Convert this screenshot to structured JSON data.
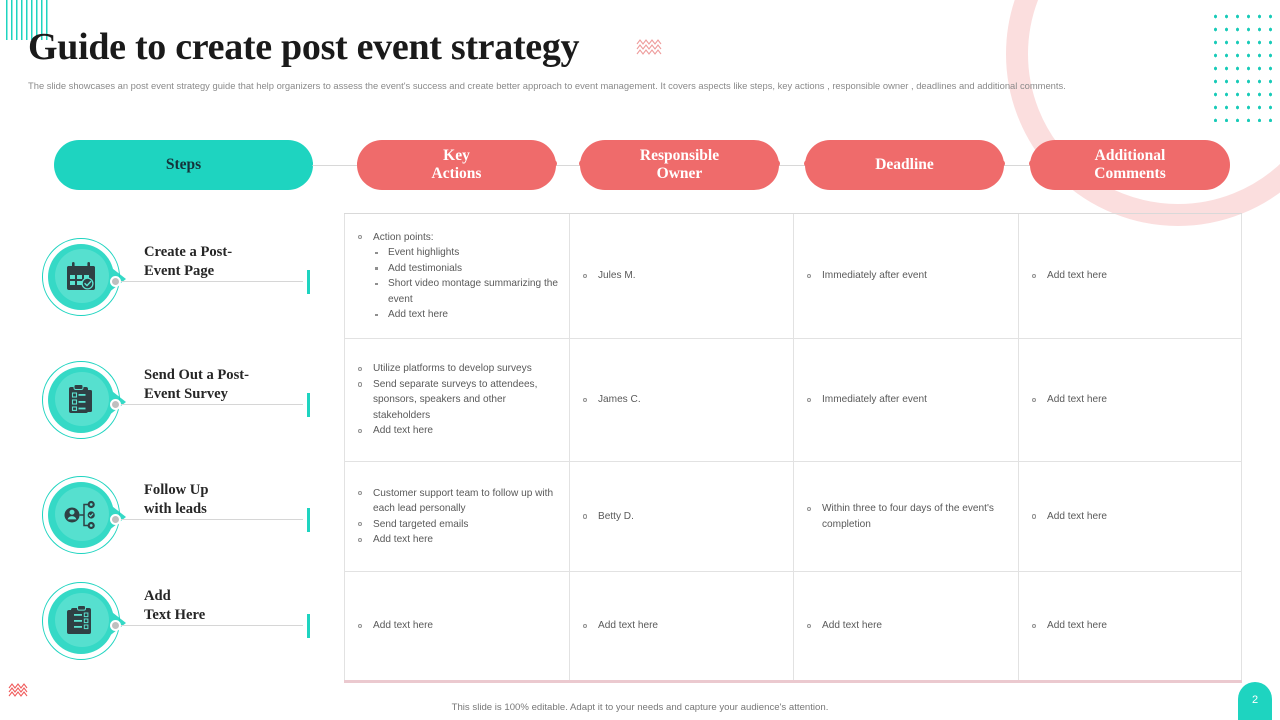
{
  "header": {
    "title": "Guide to create post event strategy",
    "subtitle": "The slide showcases an post event strategy guide that help organizers to assess the event's success and create better approach to event management. It covers aspects like steps, key actions , responsible owner , deadlines and additional comments."
  },
  "colors": {
    "teal": "#1ED4C0",
    "rose": "#EF6B6B",
    "pink_light": "#FBDEDE",
    "text_dark": "#1A1A1A",
    "text_muted": "#8A8A8A"
  },
  "columns": [
    {
      "label": "Steps",
      "style": "teal"
    },
    {
      "label": "Key\nActions",
      "style": "rose"
    },
    {
      "label": "Responsible\nOwner",
      "style": "rose"
    },
    {
      "label": "Deadline",
      "style": "rose"
    },
    {
      "label": "Additional\nComments",
      "style": "rose"
    }
  ],
  "steps": [
    {
      "label": "Create a Post-\nEvent Page",
      "icon": "calendar-check-icon"
    },
    {
      "label": "Send Out a Post-\nEvent Survey",
      "icon": "survey-clipboard-icon"
    },
    {
      "label": "Follow Up\nwith leads",
      "icon": "person-network-icon"
    },
    {
      "label": "Add\nText Here",
      "icon": "checklist-icon"
    }
  ],
  "table": {
    "rows": [
      {
        "key_actions": {
          "items": [
            {
              "text": "Action points:",
              "level": 1
            },
            {
              "text": "Event highlights",
              "level": 2
            },
            {
              "text": "Add testimonials",
              "level": 2
            },
            {
              "text": "Short video  montage summarizing the event",
              "level": 2
            },
            {
              "text": "Add text here",
              "level": 2
            }
          ]
        },
        "responsible_owner": {
          "items": [
            {
              "text": "Jules M.",
              "level": 1
            }
          ]
        },
        "deadline": {
          "items": [
            {
              "text": "Immediately after event",
              "level": 1
            }
          ]
        },
        "additional_comments": {
          "items": [
            {
              "text": "Add text here",
              "level": 1
            }
          ]
        }
      },
      {
        "key_actions": {
          "items": [
            {
              "text": "Utilize platforms to develop  surveys",
              "level": 1
            },
            {
              "text": "Send separate  surveys to attendees, sponsors, speakers and other stakeholders",
              "level": 1
            },
            {
              "text": "Add text here",
              "level": 1
            }
          ]
        },
        "responsible_owner": {
          "items": [
            {
              "text": "James C.",
              "level": 1
            }
          ]
        },
        "deadline": {
          "items": [
            {
              "text": "Immediately after event",
              "level": 1
            }
          ]
        },
        "additional_comments": {
          "items": [
            {
              "text": "Add text here",
              "level": 1
            }
          ]
        }
      },
      {
        "key_actions": {
          "items": [
            {
              "text": "Customer support team to follow up with each lead personally",
              "level": 1
            },
            {
              "text": "Send targeted  emails",
              "level": 1
            },
            {
              "text": "Add text here",
              "level": 1
            }
          ]
        },
        "responsible_owner": {
          "items": [
            {
              "text": "Betty D.",
              "level": 1
            }
          ]
        },
        "deadline": {
          "items": [
            {
              "text": "Within three to four days of the event's completion",
              "level": 1
            }
          ]
        },
        "additional_comments": {
          "items": [
            {
              "text": "Add text here",
              "level": 1
            }
          ]
        }
      },
      {
        "key_actions": {
          "items": [
            {
              "text": "Add text here",
              "level": 1
            }
          ]
        },
        "responsible_owner": {
          "items": [
            {
              "text": "Add text here",
              "level": 1
            }
          ]
        },
        "deadline": {
          "items": [
            {
              "text": "Add text here",
              "level": 1
            }
          ]
        },
        "additional_comments": {
          "items": [
            {
              "text": "Add text here",
              "level": 1
            }
          ]
        }
      }
    ]
  },
  "footer": {
    "note": "This slide is 100% editable. Adapt it to your needs and capture your audience's attention.",
    "page_number": "2"
  },
  "decorations": {
    "zigzag_glyph": "≈≈",
    "title_ornament": "wave-zigzag-ornament",
    "corner_ornament": "wave-zigzag-ornament"
  }
}
